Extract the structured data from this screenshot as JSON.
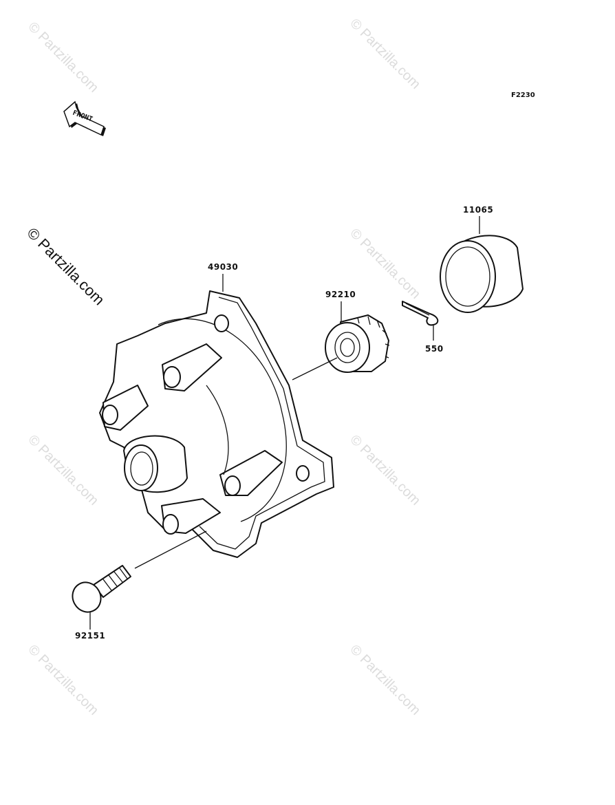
{
  "diagram_code": "F2230",
  "front_label": "FRONT",
  "watermark": "© Partzilla.com",
  "watermark_side": "© Partzilla.com",
  "parts": [
    {
      "id": "hub",
      "number": "49030"
    },
    {
      "id": "nut",
      "number": "92210"
    },
    {
      "id": "pin",
      "number": "550"
    },
    {
      "id": "cap",
      "number": "11065"
    },
    {
      "id": "bolt",
      "number": "92151"
    }
  ]
}
